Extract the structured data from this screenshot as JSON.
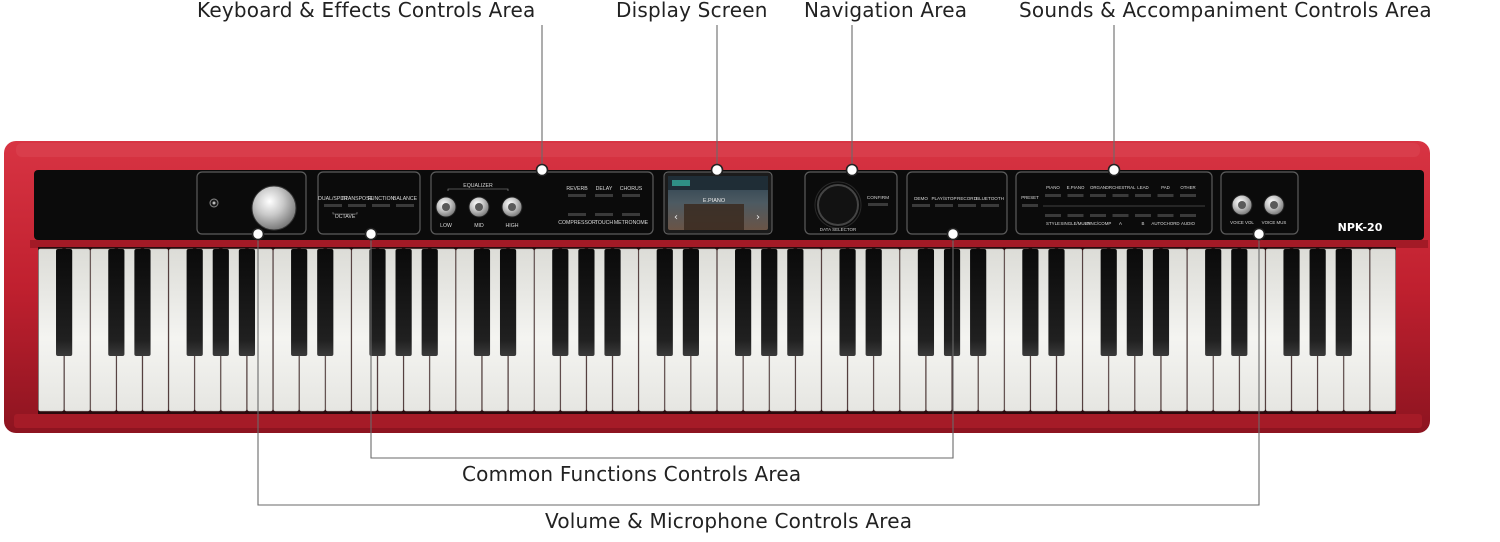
{
  "callouts": {
    "keyboard_effects": "Keyboard & Effects Controls Area",
    "display_screen": "Display Screen",
    "navigation": "Navigation Area",
    "sounds_accompaniment": "Sounds & Accompaniment Controls Area",
    "common_functions": "Common Functions Controls Area",
    "volume_microphone": "Volume & Microphone Controls Area"
  },
  "piano": {
    "model": "NPK-20",
    "body_color": "#c0202f",
    "panel_color": "#0b0b0b",
    "callout_line_color": "#666666",
    "keyboard_effects": {
      "equalizer_label": "EQUALIZER",
      "buttons_left": [
        "DUAL/SPLIT",
        "TRANSPOSE",
        "FUNCTION",
        "BALANCE"
      ],
      "octave_label": "OCTAVE",
      "eq_knobs": [
        "LOW",
        "MID",
        "HIGH"
      ],
      "effects_top": [
        "REVERB",
        "DELAY",
        "CHORUS"
      ],
      "effects_bottom": [
        "COMPRESSOR",
        "TOUCH",
        "METRONOME"
      ]
    },
    "display": {
      "voice_name": "E.PIANO"
    },
    "navigation": {
      "dial_label": "DATA SELECTOR",
      "confirm_label": "CONFIRM"
    },
    "common_functions": [
      "DEMO",
      "PLAY/STOP",
      "RECORD",
      "BLUETOOTH"
    ],
    "sounds": {
      "preset_label": "PRESET",
      "voices": [
        "PIANO",
        "E.PIANO",
        "ORGAN",
        "ORCHESTRAL",
        "LEAD",
        "PAD",
        "OTHER"
      ],
      "accompaniment": [
        "STYLE",
        "SINGLE/MULTI",
        "SYNC/COMP",
        "A",
        "B",
        "AUTOCHORD",
        "AUDIO"
      ]
    },
    "volume": {
      "knobs": [
        "VOICE VOL",
        "VOICE MUS"
      ]
    }
  }
}
